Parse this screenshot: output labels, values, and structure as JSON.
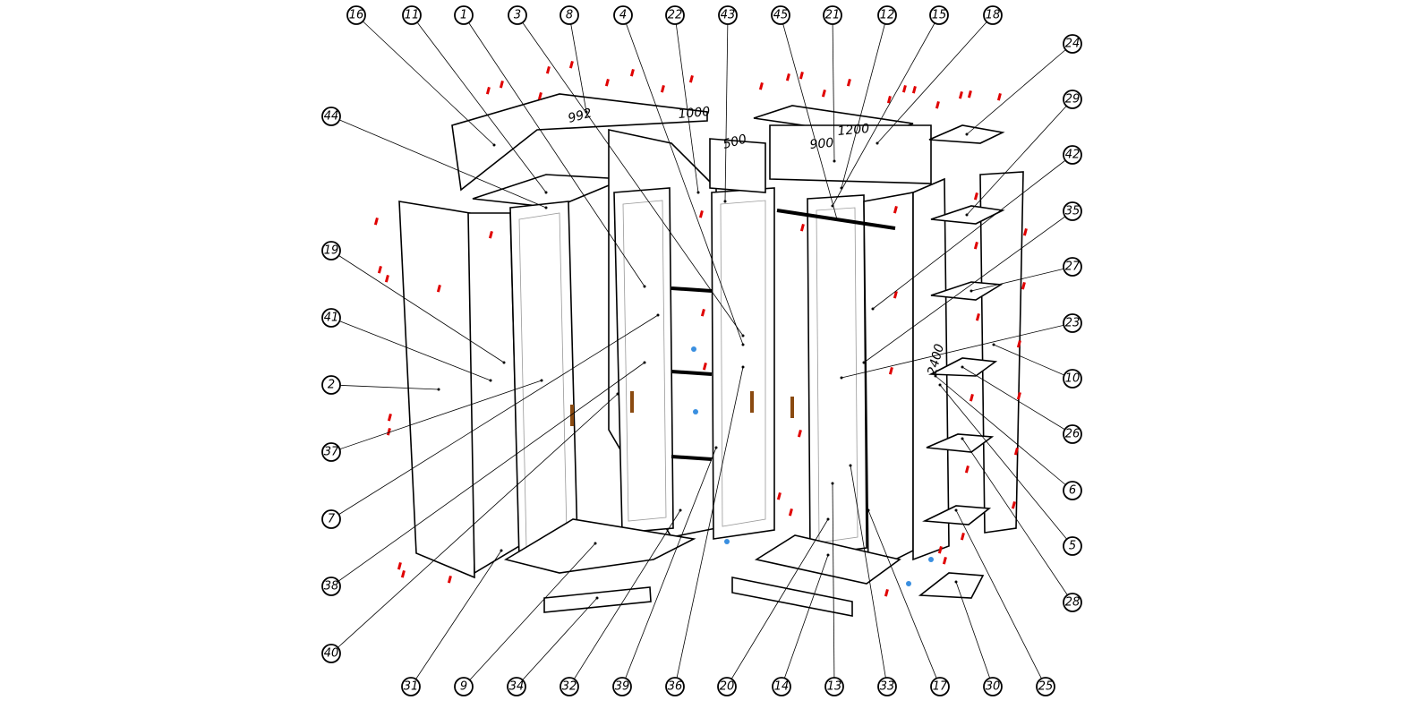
{
  "diagram": {
    "type": "exploded-assembly",
    "callouts": {
      "top": [
        "16",
        "11",
        "1",
        "3",
        "8",
        "4",
        "22",
        "43",
        "45",
        "21",
        "12",
        "15",
        "18"
      ],
      "right": [
        "24",
        "29",
        "42",
        "35",
        "27",
        "23",
        "10",
        "26",
        "6",
        "5",
        "28"
      ],
      "left": [
        "44",
        "19",
        "41",
        "2",
        "37",
        "7",
        "38",
        "40"
      ],
      "bottom": [
        "31",
        "9",
        "34",
        "32",
        "39",
        "36",
        "20",
        "14",
        "13",
        "33",
        "17",
        "30",
        "25"
      ]
    },
    "dimensions": [
      "992",
      "1000",
      "500",
      "900",
      "1200",
      "2400"
    ],
    "colors": {
      "fasteners": "#e00000",
      "handles": "#8a4a10",
      "hardware": "#3a8fe0",
      "lines": "#000000"
    }
  }
}
